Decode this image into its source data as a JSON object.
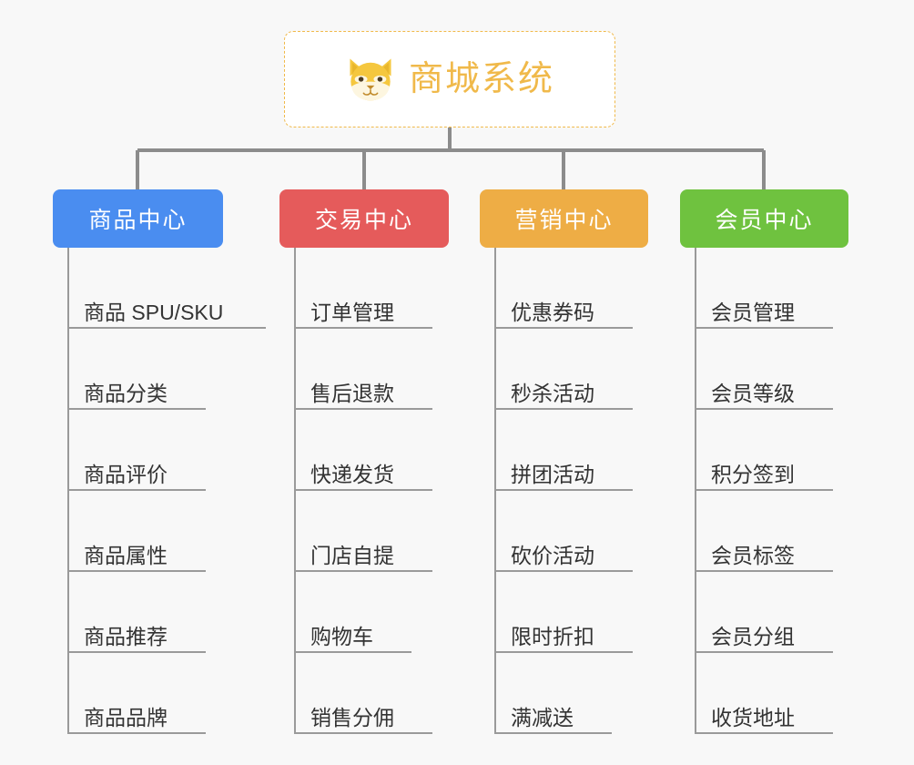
{
  "diagram": {
    "type": "org-tree",
    "background_color": "#f8f8f8",
    "root": {
      "title": "商城系统",
      "icon": "shiba-dog-face-icon",
      "accent_color": "#f0b94a",
      "background_color": "#ffffff",
      "border_style": "dashed"
    },
    "connector_color": "#8c8c8c",
    "leaf_line_color": "#9a9a9a",
    "leaf_text_color": "#333333",
    "columns": [
      {
        "id": "product-center",
        "label": "商品中心",
        "color": "#4a8df0",
        "items": [
          "商品 SPU/SKU",
          "商品分类",
          "商品评价",
          "商品属性",
          "商品推荐",
          "商品品牌"
        ]
      },
      {
        "id": "trade-center",
        "label": "交易中心",
        "color": "#e55b5b",
        "items": [
          "订单管理",
          "售后退款",
          "快递发货",
          "门店自提",
          "购物车",
          "销售分佣"
        ]
      },
      {
        "id": "marketing-center",
        "label": "营销中心",
        "color": "#eead45",
        "items": [
          "优惠券码",
          "秒杀活动",
          "拼团活动",
          "砍价活动",
          "限时折扣",
          "满减送"
        ]
      },
      {
        "id": "member-center",
        "label": "会员中心",
        "color": "#6fc23f",
        "items": [
          "会员管理",
          "会员等级",
          "积分签到",
          "会员标签",
          "会员分组",
          "收货地址"
        ]
      }
    ]
  }
}
